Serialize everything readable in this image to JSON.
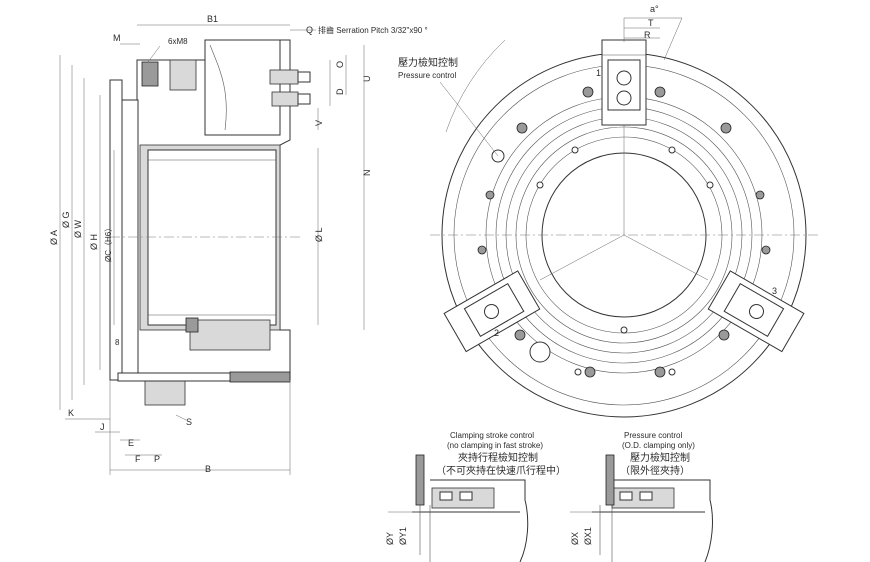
{
  "side_view": {
    "top_labels": {
      "b1": "B1",
      "m": "M",
      "m8": "6xM8",
      "q": "Q",
      "serration": "排齒 Serration Pitch 3/32\"x90 °"
    },
    "left_dims": {
      "a": "Ø A",
      "g": "Ø G",
      "w": "Ø W",
      "h": "Ø H",
      "c": "ØC（H6）"
    },
    "right_dims": {
      "l": "Ø L",
      "n": "N",
      "u": "U",
      "o": "O",
      "d": "D",
      "v": "V"
    },
    "bottom_dims": {
      "k": "K",
      "j": "J",
      "e": "E",
      "f": "F",
      "p": "P",
      "s": "S",
      "b": "B",
      "eight": "8"
    }
  },
  "front_view": {
    "angle": "a°",
    "t": "T",
    "r": "R",
    "pressure_cn": "壓力檢知控制",
    "pressure_en": "Pressure control",
    "jaw_labels": [
      "1",
      "2",
      "3"
    ]
  },
  "detail_clamping": {
    "line1": "Clamping stroke control",
    "line2": "(no clamping in fast stroke)",
    "line3": "夾持行程檢知控制",
    "line4": "（不可夾持在快速爪行程中）",
    "y": "ØY",
    "y1": "ØY1"
  },
  "detail_pressure": {
    "line1": "Pressure control",
    "line2": "(O.D. clamping only)",
    "line3": "壓力檢知控制",
    "line4": "（限外徑夾持）",
    "x": "ØX",
    "x1": "ØX1"
  }
}
